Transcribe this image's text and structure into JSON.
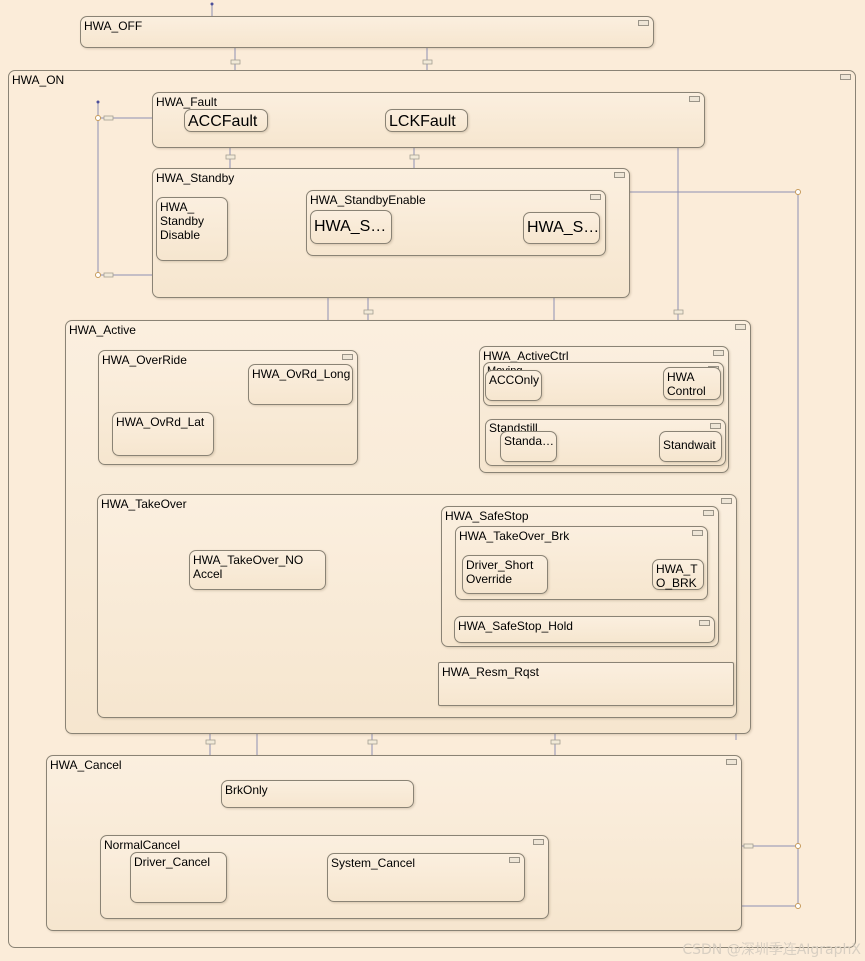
{
  "states": {
    "hwa_off": "HWA_OFF",
    "hwa_on": "HWA_ON",
    "hwa_fault": "HWA_Fault",
    "acc_fault": "ACCFault",
    "lck_fault": "LCKFault",
    "hwa_standby": "HWA_Standby",
    "standby_disable": "HWA_\nStandby\nDisable",
    "standby_enable": "HWA_StandbyEnable",
    "hwa_s1": "HWA_S…",
    "hwa_s2": "HWA_S…",
    "hwa_active": "HWA_Active",
    "override": "HWA_OverRide",
    "ovrd_long": "HWA_OvRd_Long",
    "ovrd_lat": "HWA_OvRd_Lat",
    "active_ctrl": "HWA_ActiveCtrl",
    "moving": "Moving",
    "acc_only": "ACCOnly",
    "hwa_control": "HWA\nControl",
    "standstill": "Standstill",
    "standa": "Standa…",
    "standwait": "Standwait",
    "takeover": "HWA_TakeOver",
    "takeover_noaccel": "HWA_TakeOver_NO\nAccel",
    "safestop": "HWA_SafeStop",
    "takeover_brk": "HWA_TakeOver_Brk",
    "driver_short": "Driver_Short\nOverride",
    "hwa_to_brk": "HWA_T\nO_BRK",
    "safestop_hold": "HWA_SafeStop_Hold",
    "resm_rqst": "HWA_Resm_Rqst",
    "hwa_cancel": "HWA_Cancel",
    "brk_only": "BrkOnly",
    "normal_cancel": "NormalCancel",
    "driver_cancel": "Driver_Cancel",
    "system_cancel": "System_Cancel"
  },
  "watermark": "CSDN @深圳季连AIgraphX",
  "colors": {
    "background": "#fbecd9",
    "wire": "#8d8fb4",
    "border": "#8a8375"
  }
}
